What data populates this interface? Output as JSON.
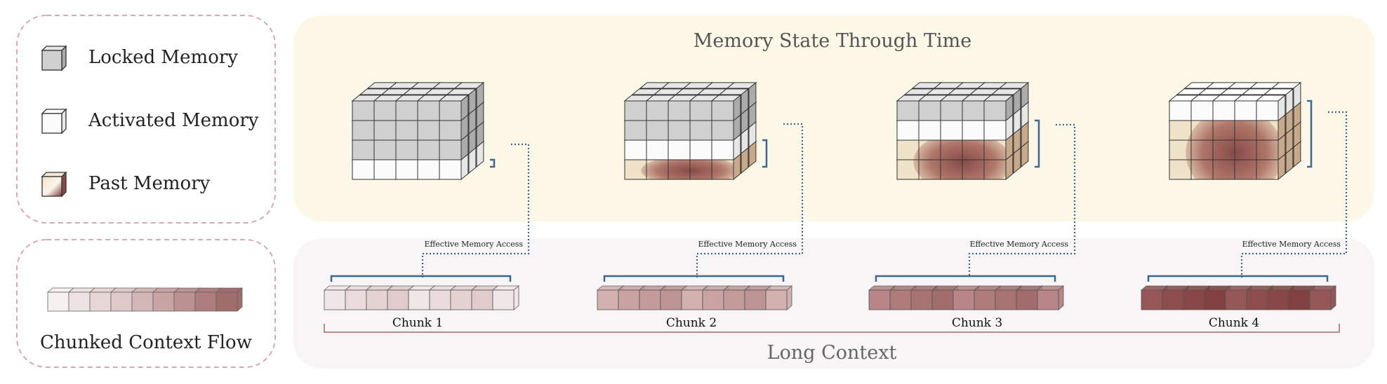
{
  "legend": {
    "items": [
      {
        "label": "Locked Memory",
        "icon": "locked-cube-icon"
      },
      {
        "label": "Activated Memory",
        "icon": "activated-cube-icon"
      },
      {
        "label": "Past Memory",
        "icon": "past-memory-cube-icon"
      }
    ]
  },
  "flow_legend": {
    "label": "Chunked Context Flow"
  },
  "memory_panel": {
    "title": "Memory State Through Time"
  },
  "context_panel": {
    "title": "Long Context",
    "access_label": "Effective Memory Access",
    "chunks": [
      {
        "label": "Chunk 1"
      },
      {
        "label": "Chunk 2"
      },
      {
        "label": "Chunk 3"
      },
      {
        "label": "Chunk 4"
      }
    ]
  },
  "colors": {
    "memory_bg": "#fcf7e6",
    "context_bg": "#f7f5f5",
    "dashed_border": "#d8a9b4",
    "bracket": "#3d6691",
    "locked": "#d0d0d0",
    "activated": "#fbfbfb",
    "past_dark": "#7a3a3a",
    "past_light": "#efe2c8",
    "long_context_brace": "#b88a8a"
  },
  "memory_states": [
    {
      "past_layers": 0,
      "active_layers": 1
    },
    {
      "past_layers": 1,
      "active_layers": 2
    },
    {
      "past_layers": 2,
      "active_layers": 3
    },
    {
      "past_layers": 3,
      "active_layers": 4
    }
  ]
}
